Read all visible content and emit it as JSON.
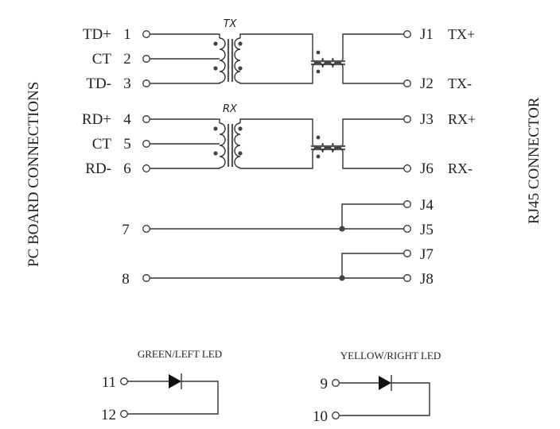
{
  "side_labels": {
    "left": "PC BOARD CONNECTIONS",
    "right": "RJ45 CONNECTOR"
  },
  "transformers": [
    {
      "title": "TX",
      "pc_pins": [
        {
          "name": "TD+",
          "num": "1"
        },
        {
          "name": "CT",
          "num": "2"
        },
        {
          "name": "TD-",
          "num": "3"
        }
      ],
      "rj45_pins": [
        {
          "num": "J1",
          "name": "TX+"
        },
        {
          "num": "J2",
          "name": "TX-"
        }
      ]
    },
    {
      "title": "RX",
      "pc_pins": [
        {
          "name": "RD+",
          "num": "4"
        },
        {
          "name": "CT",
          "num": "5"
        },
        {
          "name": "RD-",
          "num": "6"
        }
      ],
      "rj45_pins": [
        {
          "num": "J3",
          "name": "RX+"
        },
        {
          "num": "J6",
          "name": "RX-"
        }
      ]
    }
  ],
  "shorted_pairs": [
    {
      "pc_pin": "7",
      "rj45": [
        "J4",
        "J5"
      ]
    },
    {
      "pc_pin": "8",
      "rj45": [
        "J7",
        "J8"
      ]
    }
  ],
  "leds": [
    {
      "title": "GREEN/LEFT LED",
      "anode_pin": "11",
      "cathode_pin": "12"
    },
    {
      "title": "YELLOW/RIGHT LED",
      "anode_pin": "9",
      "cathode_pin": "10"
    }
  ]
}
